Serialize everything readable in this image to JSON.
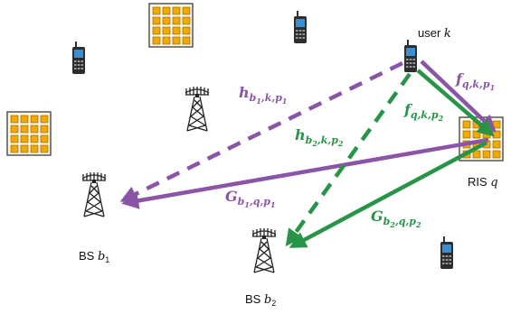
{
  "labels": {
    "user": "user ",
    "user_idx": "k",
    "ris": "RIS ",
    "ris_idx": "q",
    "bs1": "BS ",
    "bs1_idx": "b",
    "bs1_sub": "1",
    "bs2": "BS ",
    "bs2_idx": "b",
    "bs2_sub": "2"
  },
  "channels": {
    "h_b1": {
      "base": "h",
      "sub": "b",
      "subsub": "1",
      "rest": ",k,p",
      "restsub": "1"
    },
    "h_b2": {
      "base": "h",
      "sub": "b",
      "subsub": "2",
      "rest": ",k,p",
      "restsub": "2"
    },
    "f_p1": {
      "base": "f",
      "sub": "q,k,p",
      "restsub": "1"
    },
    "f_p2": {
      "base": "f",
      "sub": "q,k,p",
      "restsub": "2"
    },
    "G_b1": {
      "base": "G",
      "sub": "b",
      "subsub": "1",
      "rest": ",q,p",
      "restsub": "1"
    },
    "G_b2": {
      "base": "G",
      "sub": "b",
      "subsub": "2",
      "rest": ",q,p",
      "restsub": "2"
    }
  },
  "colors": {
    "purple": "#8a55a6",
    "green": "#279447",
    "panel": "#f5a800",
    "panel_frame": "#555555"
  },
  "icons": [
    "phone-icon",
    "ris-panel-icon",
    "base-station-icon"
  ]
}
